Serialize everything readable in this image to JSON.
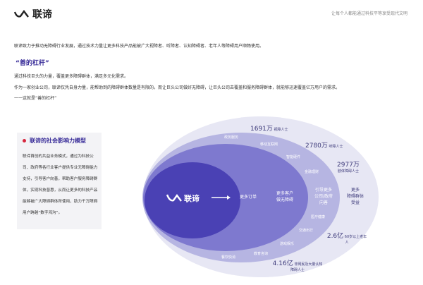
{
  "header": {
    "brand": "联谛",
    "slogan": "让每个人都能通过科技平等享受现代文明"
  },
  "intro": "联谛致力于推动无障碍行业发展，通过技术力量让更多科技产品能被广大视障者、听障者、认知障碍者、老年人等障碍用户顺畅使用。",
  "section": {
    "title": "“善的杠杆”",
    "lines": [
      "通过科技巨头的力量，覆盖更多障碍群体，满足多元化需求。",
      "作为一家创业公司，联谛仅凭自身力量，能帮助到的障碍群体数量是有限的。而让巨头公司做好无障碍，让巨头公司去覆盖和服务障碍群体，就能够迅速覆盖亿万用户的需求。",
      "一一这就是“善的杠杆”"
    ]
  },
  "card": {
    "title": "联谛的社会影响力模型",
    "body": "联谛首创的共益业务模式，通过为科技公司、政府等各行业客户提供专业无障碍能力支持，引导客户向善，帮助客户服务障碍群体，实现科技普惠，从而让更多的科技产品能够被广大障碍群体所使用，助力千万障碍用户跨越“数字鸿沟”。"
  },
  "diagram": {
    "center_brand": "联谛",
    "ring1": "更多订单",
    "ring2": "更多客户\n做无障碍",
    "ring3": "引导更多\n公司/政府\n向善",
    "ring4": "更多\n障碍群体\n受益",
    "sectors": [
      "政务服务",
      "移动互联网",
      "智能硬件",
      "金融理财",
      "医疗健康",
      "交通出行",
      "游戏娱乐",
      "教育咨询",
      "餐饮快消"
    ],
    "stats": [
      {
        "num": "1691万",
        "label": "视障人士"
      },
      {
        "num": "2780万",
        "label": "听障人士"
      },
      {
        "num": "2977万",
        "label": "肢体障碍人士"
      },
      {
        "num": "2.6亿",
        "label": "60岁以上老年人"
      },
      {
        "num": "4.16亿",
        "label": "非网民及大量认知障碍人士"
      }
    ],
    "colors": {
      "outer": "#e6e6f3",
      "ring3": "#b4b3e0",
      "ring2": "#7d78cc",
      "inner": "#4b42b5"
    }
  }
}
